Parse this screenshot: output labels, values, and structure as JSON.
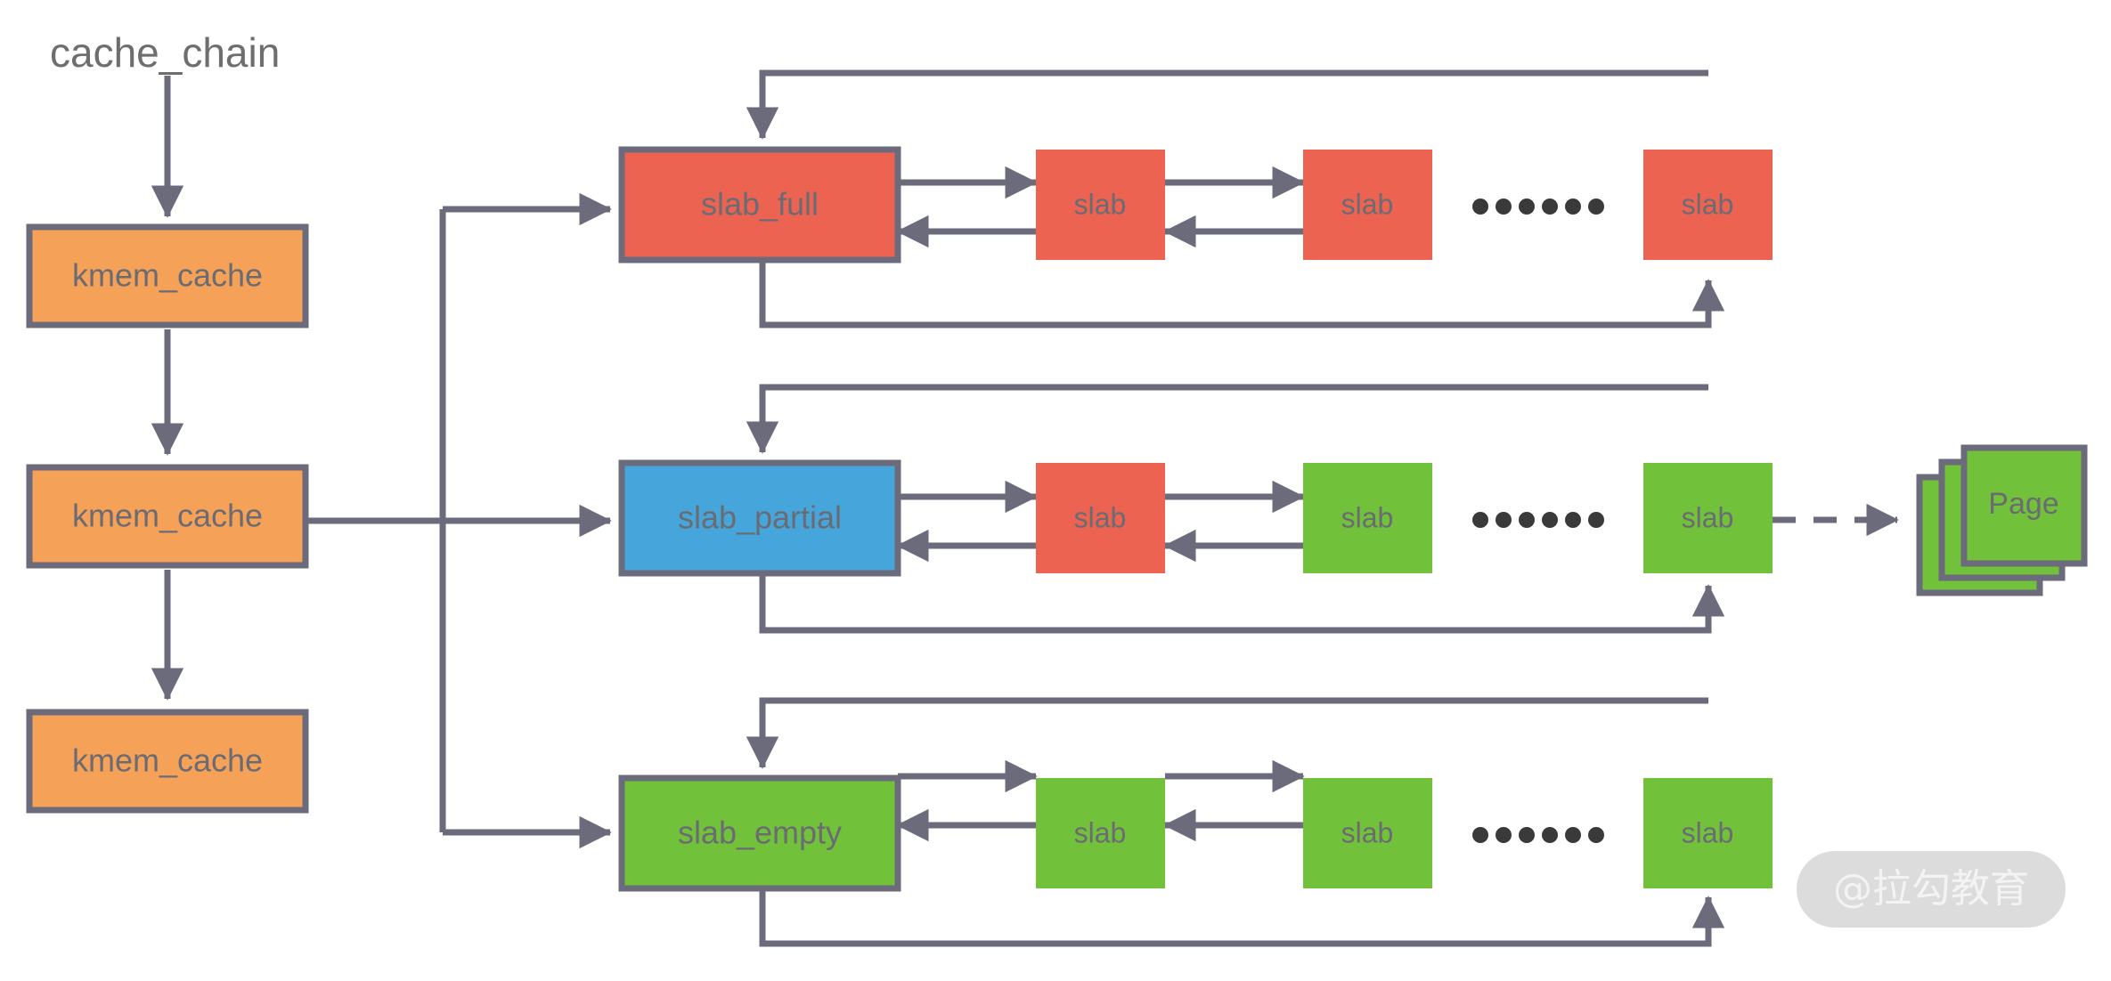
{
  "diagram": {
    "title": "cache_chain",
    "background": "#ffffff",
    "colors": {
      "orange": "#f5a158",
      "red": "#ec6352",
      "blue": "#46a5db",
      "green": "#72c13b",
      "stroke": "#6b6b7b",
      "label_text": "#6b6b73",
      "title_text": "#6e6e6e",
      "dot": "#3a3a3a",
      "watermark_pill": "#dcdcdc",
      "watermark_text": "#f3f3f3"
    },
    "chain": {
      "label": "cache_chain",
      "nodes": [
        {
          "label": "kmem_cache"
        },
        {
          "label": "kmem_cache"
        },
        {
          "label": "kmem_cache"
        }
      ]
    },
    "lists": [
      {
        "head": {
          "label": "slab_full",
          "color": "red"
        },
        "items": [
          {
            "label": "slab",
            "color": "red"
          },
          {
            "label": "slab",
            "color": "red"
          },
          {
            "label": "slab",
            "color": "red"
          }
        ],
        "ellipsis": "••••••"
      },
      {
        "head": {
          "label": "slab_partial",
          "color": "blue"
        },
        "items": [
          {
            "label": "slab",
            "color": "red"
          },
          {
            "label": "slab",
            "color": "green"
          },
          {
            "label": "slab",
            "color": "green"
          }
        ],
        "ellipsis": "••••••"
      },
      {
        "head": {
          "label": "slab_empty",
          "color": "green"
        },
        "items": [
          {
            "label": "slab",
            "color": "green"
          },
          {
            "label": "slab",
            "color": "green"
          },
          {
            "label": "slab",
            "color": "green"
          }
        ],
        "ellipsis": "••••••"
      }
    ],
    "page_stack": {
      "label": "Page",
      "color": "green",
      "layers": 3
    },
    "watermark": {
      "text": "@拉勾教育"
    }
  }
}
